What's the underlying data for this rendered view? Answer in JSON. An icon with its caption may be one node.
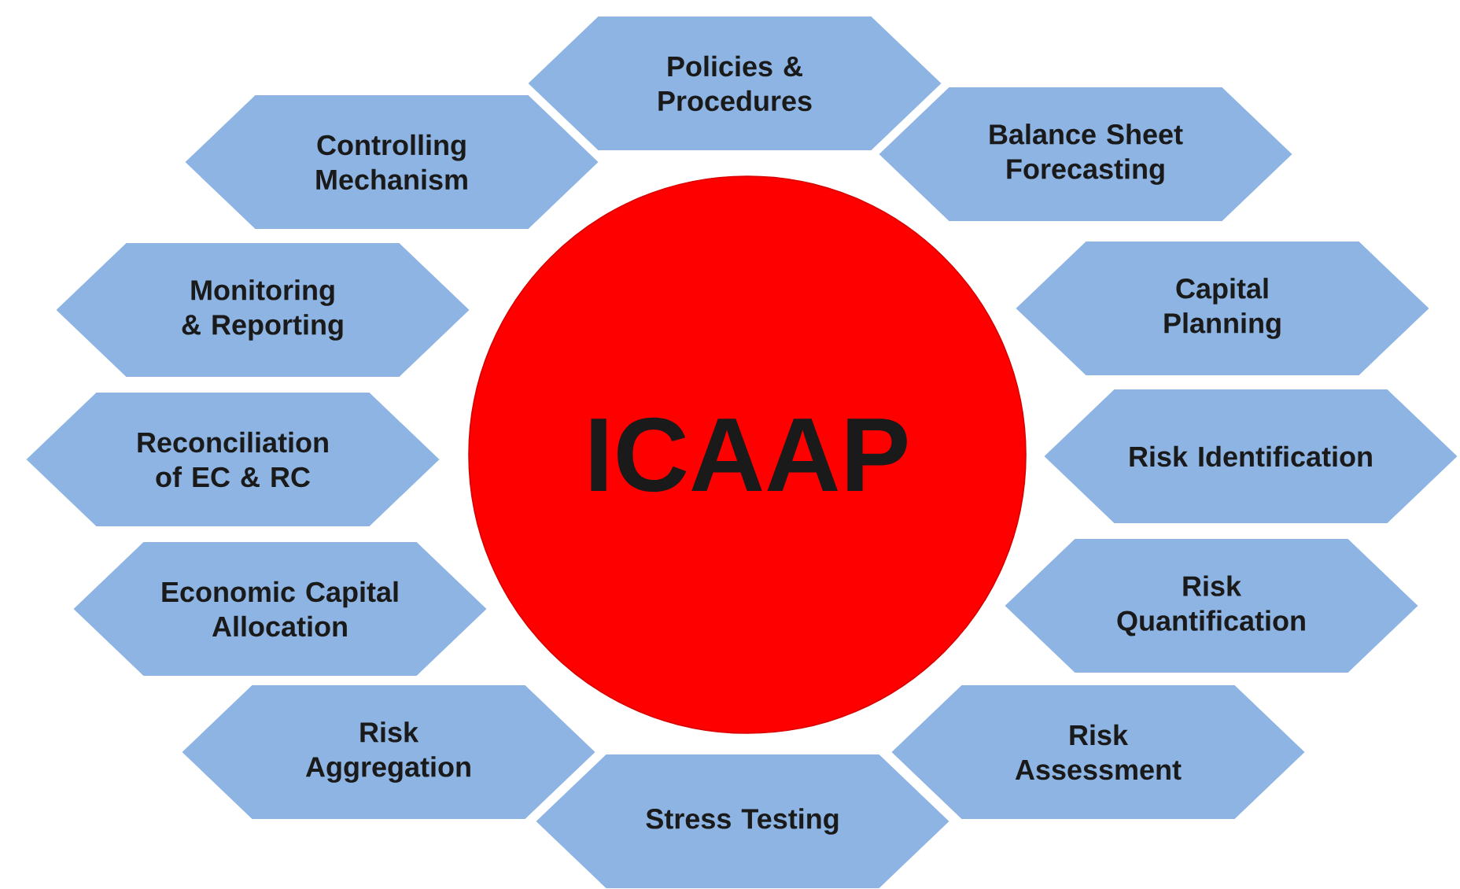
{
  "diagram": {
    "nodes": [
      {
        "text": [
          "Policies & Procedures"
        ]
      },
      {
        "text": [
          "Controlling Mechanism"
        ]
      },
      {
        "text": [
          "Balance Sheet Forecasting"
        ]
      },
      {
        "text": [
          "Monitoring & Reporting"
        ]
      },
      {
        "text": [
          "Capital Planning"
        ]
      },
      {
        "text": [
          "Reconciliation of EC & RC"
        ]
      },
      {
        "text": [
          "ICAAP"
        ]
      },
      {
        "text": [
          "Risk Identification"
        ]
      },
      {
        "text": [
          "Economic Capital Allocation"
        ]
      },
      {
        "text": [
          "Risk Quantification"
        ]
      },
      {
        "text": [
          "Risk Aggregation"
        ]
      },
      {
        "text": [
          "Risk Assessment"
        ]
      },
      {
        "text": [
          "Stress Testing"
        ]
      }
    ]
  }
}
